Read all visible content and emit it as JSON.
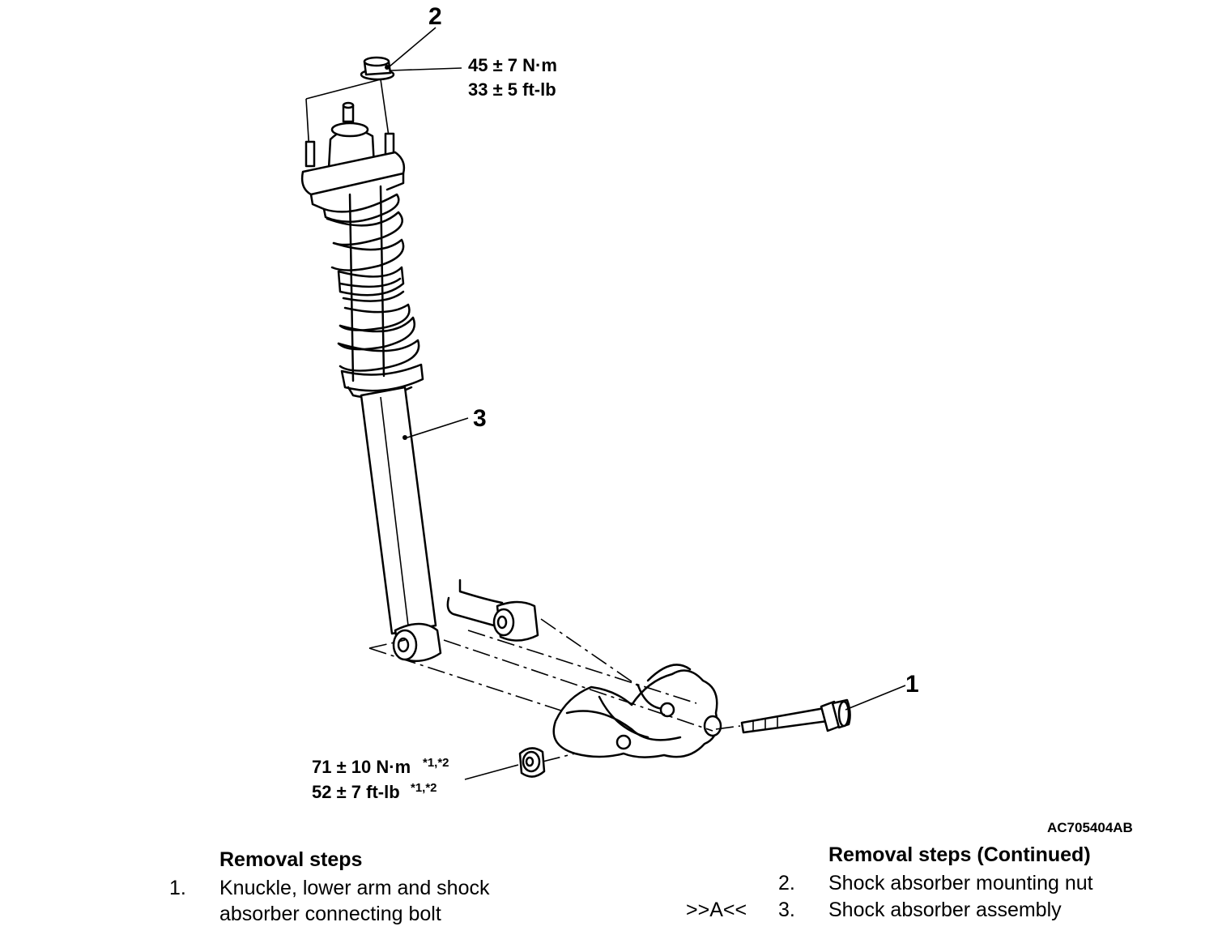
{
  "diagram": {
    "callouts": [
      "1",
      "2",
      "3"
    ],
    "torque_top": {
      "metric": "45 ± 7 N·m",
      "imperial": "33 ± 5 ft-lb"
    },
    "torque_bottom": {
      "metric": "71 ± 10 N·m",
      "imperial": "52 ± 7 ft-lb",
      "note": "*1,*2"
    },
    "figure_id": "AC705404",
    "figure_suffix": "AB"
  },
  "removal": {
    "heading": "Removal steps",
    "step1_number": "1.",
    "step1_line1": "Knuckle, lower arm and shock",
    "step1_line2": "absorber connecting bolt"
  },
  "removal_continued": {
    "heading": "Removal steps (Continued)",
    "step2_number": "2.",
    "step2_text": "Shock absorber mounting nut",
    "step3_marker": ">>A<<",
    "step3_number": "3.",
    "step3_text": "Shock absorber assembly"
  }
}
